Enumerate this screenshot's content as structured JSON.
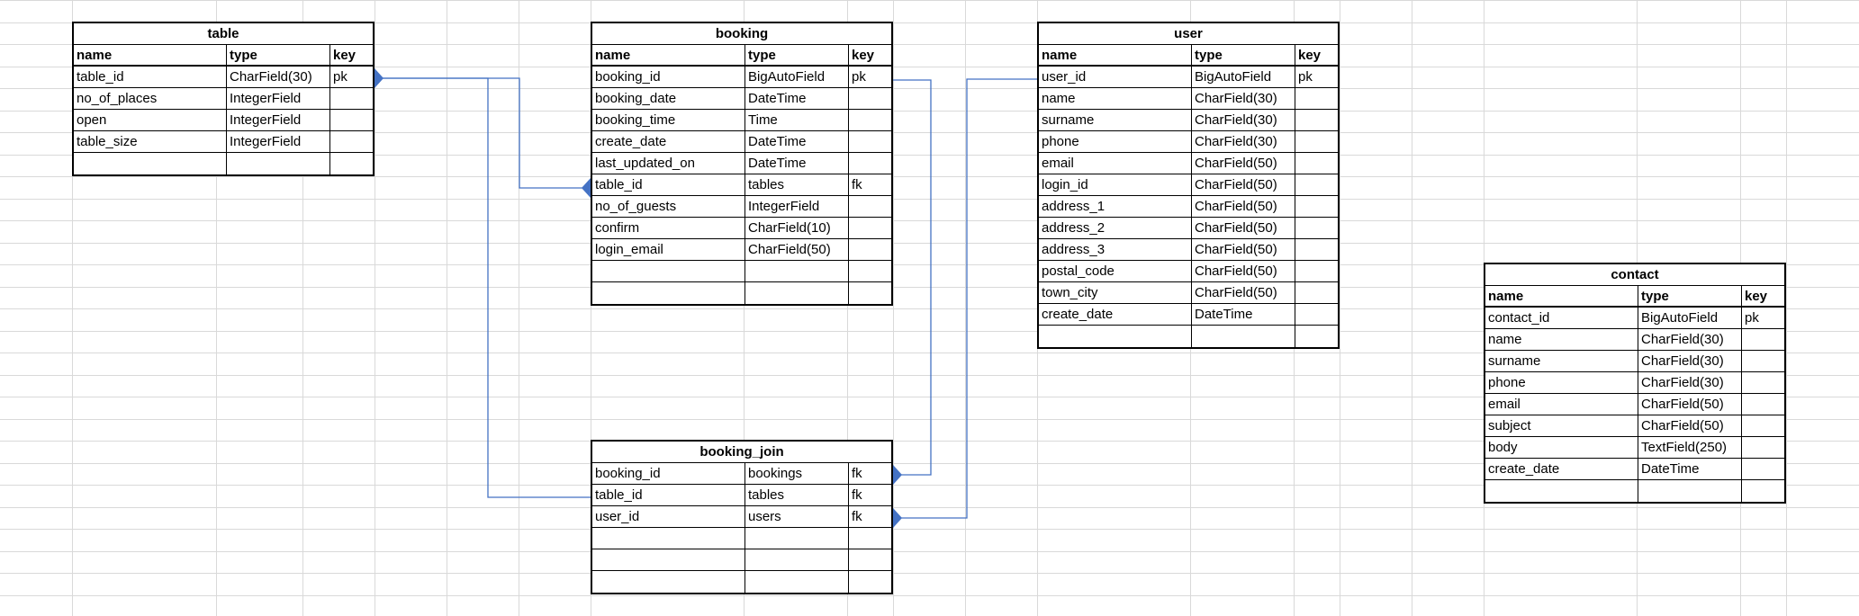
{
  "colors": {
    "grid": "#d9d9d9",
    "border": "#000000",
    "connector": "#4472c4"
  },
  "tables": [
    {
      "id": "table",
      "title": "table",
      "header": [
        "name",
        "type",
        "key"
      ],
      "rows": [
        [
          "table_id",
          "CharField(30)",
          "pk"
        ],
        [
          "no_of_places",
          "IntegerField",
          ""
        ],
        [
          "open",
          "IntegerField",
          ""
        ],
        [
          "table_size",
          "IntegerField",
          ""
        ],
        [
          "",
          "",
          ""
        ]
      ]
    },
    {
      "id": "booking",
      "title": "booking",
      "header": [
        "name",
        "type",
        "key"
      ],
      "rows": [
        [
          "booking_id",
          "BigAutoField",
          "pk"
        ],
        [
          "booking_date",
          "DateTime",
          ""
        ],
        [
          "booking_time",
          "Time",
          ""
        ],
        [
          "create_date",
          "DateTime",
          ""
        ],
        [
          "last_updated_on",
          "DateTime",
          ""
        ],
        [
          "table_id",
          "tables",
          "fk"
        ],
        [
          "no_of_guests",
          "IntegerField",
          ""
        ],
        [
          "confirm",
          "CharField(10)",
          ""
        ],
        [
          "login_email",
          "CharField(50)",
          ""
        ],
        [
          "",
          "",
          ""
        ],
        [
          "",
          "",
          ""
        ]
      ]
    },
    {
      "id": "user",
      "title": "user",
      "header": [
        "name",
        "type",
        "key"
      ],
      "rows": [
        [
          "user_id",
          "BigAutoField",
          "pk"
        ],
        [
          "name",
          "CharField(30)",
          ""
        ],
        [
          "surname",
          "CharField(30)",
          ""
        ],
        [
          "phone",
          "CharField(30)",
          ""
        ],
        [
          "email",
          "CharField(50)",
          ""
        ],
        [
          "login_id",
          "CharField(50)",
          ""
        ],
        [
          "address_1",
          "CharField(50)",
          ""
        ],
        [
          "address_2",
          "CharField(50)",
          ""
        ],
        [
          "address_3",
          "CharField(50)",
          ""
        ],
        [
          "postal_code",
          "CharField(50)",
          ""
        ],
        [
          "town_city",
          "CharField(50)",
          ""
        ],
        [
          "create_date",
          "DateTime",
          ""
        ],
        [
          "",
          "",
          ""
        ]
      ]
    },
    {
      "id": "contact",
      "title": "contact",
      "header": [
        "name",
        "type",
        "key"
      ],
      "rows": [
        [
          "contact_id",
          "BigAutoField",
          "pk"
        ],
        [
          "name",
          "CharField(30)",
          ""
        ],
        [
          "surname",
          "CharField(30)",
          ""
        ],
        [
          "phone",
          "CharField(30)",
          ""
        ],
        [
          "email",
          "CharField(50)",
          ""
        ],
        [
          "subject",
          "CharField(50)",
          ""
        ],
        [
          "body",
          "TextField(250)",
          ""
        ],
        [
          "create_date",
          "DateTime",
          ""
        ],
        [
          "",
          "",
          ""
        ]
      ]
    },
    {
      "id": "booking_join",
      "title": "booking_join",
      "header": null,
      "rows": [
        [
          "booking_id",
          "bookings",
          "fk"
        ],
        [
          "table_id",
          "tables",
          "fk"
        ],
        [
          "user_id",
          "users",
          "fk"
        ],
        [
          "",
          "",
          ""
        ],
        [
          "",
          "",
          ""
        ],
        [
          "",
          "",
          ""
        ]
      ]
    }
  ]
}
